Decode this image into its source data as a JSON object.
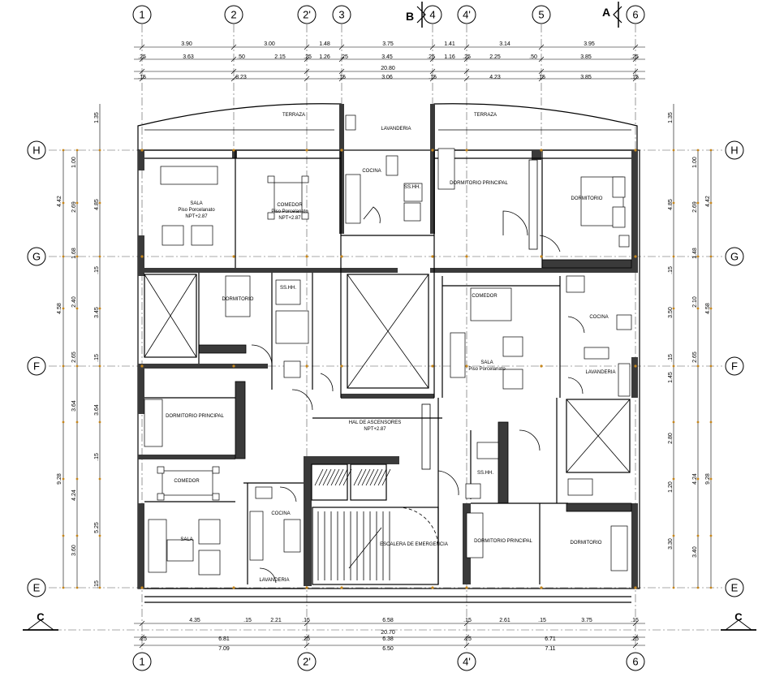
{
  "grid": {
    "top_axes": [
      "1",
      "2",
      "2'",
      "3",
      "4",
      "4'",
      "5",
      "6"
    ],
    "bottom_axes": [
      "1",
      "2'",
      "4'",
      "6"
    ],
    "left_axes": [
      "H",
      "G",
      "F",
      "E"
    ],
    "right_axes": [
      "H",
      "G",
      "F",
      "E"
    ]
  },
  "section_marks": {
    "b": "B",
    "a": "A",
    "c": "C"
  },
  "dims_top": {
    "row1": [
      "3.90",
      "3.00",
      "1.48",
      "3.75",
      "1.41",
      "3.14",
      "3.95"
    ],
    "row2": [
      ".25",
      "3.63",
      ".50",
      "2.15",
      ".25",
      "1.26",
      ".25",
      "3.45",
      ".25",
      "1.16",
      ".25",
      "2.25",
      ".50",
      "3.85",
      ".25"
    ],
    "total": "20.80",
    "row4": [
      ".15",
      "8.23",
      ".15",
      "3.06",
      ".15",
      "4.23",
      ".15",
      "3.85",
      ".15"
    ]
  },
  "dims_bottom": {
    "row1": [
      "4.35",
      ".15",
      "2.21",
      ".15",
      "6.58",
      ".15",
      "2.61",
      ".15",
      "3.75",
      ".15"
    ],
    "total": "20.70",
    "row3": [
      ".25",
      "6.81",
      ".25",
      "6.38",
      ".25",
      "6.71",
      ".25"
    ],
    "row4": [
      "7.09",
      "6.50",
      "7.11"
    ]
  },
  "dims_left": {
    "outer": [
      "4.42",
      "4.58",
      "9.28"
    ],
    "mid": [
      "1.00",
      "2.69",
      "1.68",
      "2.40",
      "2.65",
      "3.64",
      "4.24",
      "3.60"
    ],
    "inner": [
      "1.35",
      "4.85",
      ".15",
      "3.45",
      ".15",
      "3.64",
      ".15",
      "5.25",
      ".15"
    ]
  },
  "dims_right": {
    "outer": [
      "4.42",
      "4.58",
      "9.28"
    ],
    "mid": [
      "1.00",
      "2.69",
      "1.48",
      "2.10",
      "2.65",
      "4.24",
      "3.40"
    ],
    "inner": [
      "1.35",
      "4.85",
      ".15",
      "3.50",
      ".15",
      "1.45",
      "2.80",
      "1.20",
      "3.30"
    ]
  },
  "rooms": {
    "terraza": "TERRAZA",
    "lavanderia": "LAVANDERIA",
    "sala": "SALA",
    "comedor": "COMEDOR",
    "cocina": "COCINA",
    "dorm_principal": "DORMITORIO PRINCIPAL",
    "dormitorio": "DORMITORIO",
    "ss_hh": "SS.HH.",
    "hall": "HAL DE ASCENSORES",
    "escalera": "ESCALERA DE EMERGENCIA"
  },
  "level_tag": "NPT+2.87",
  "floor_tag": "Piso Porcelanato"
}
